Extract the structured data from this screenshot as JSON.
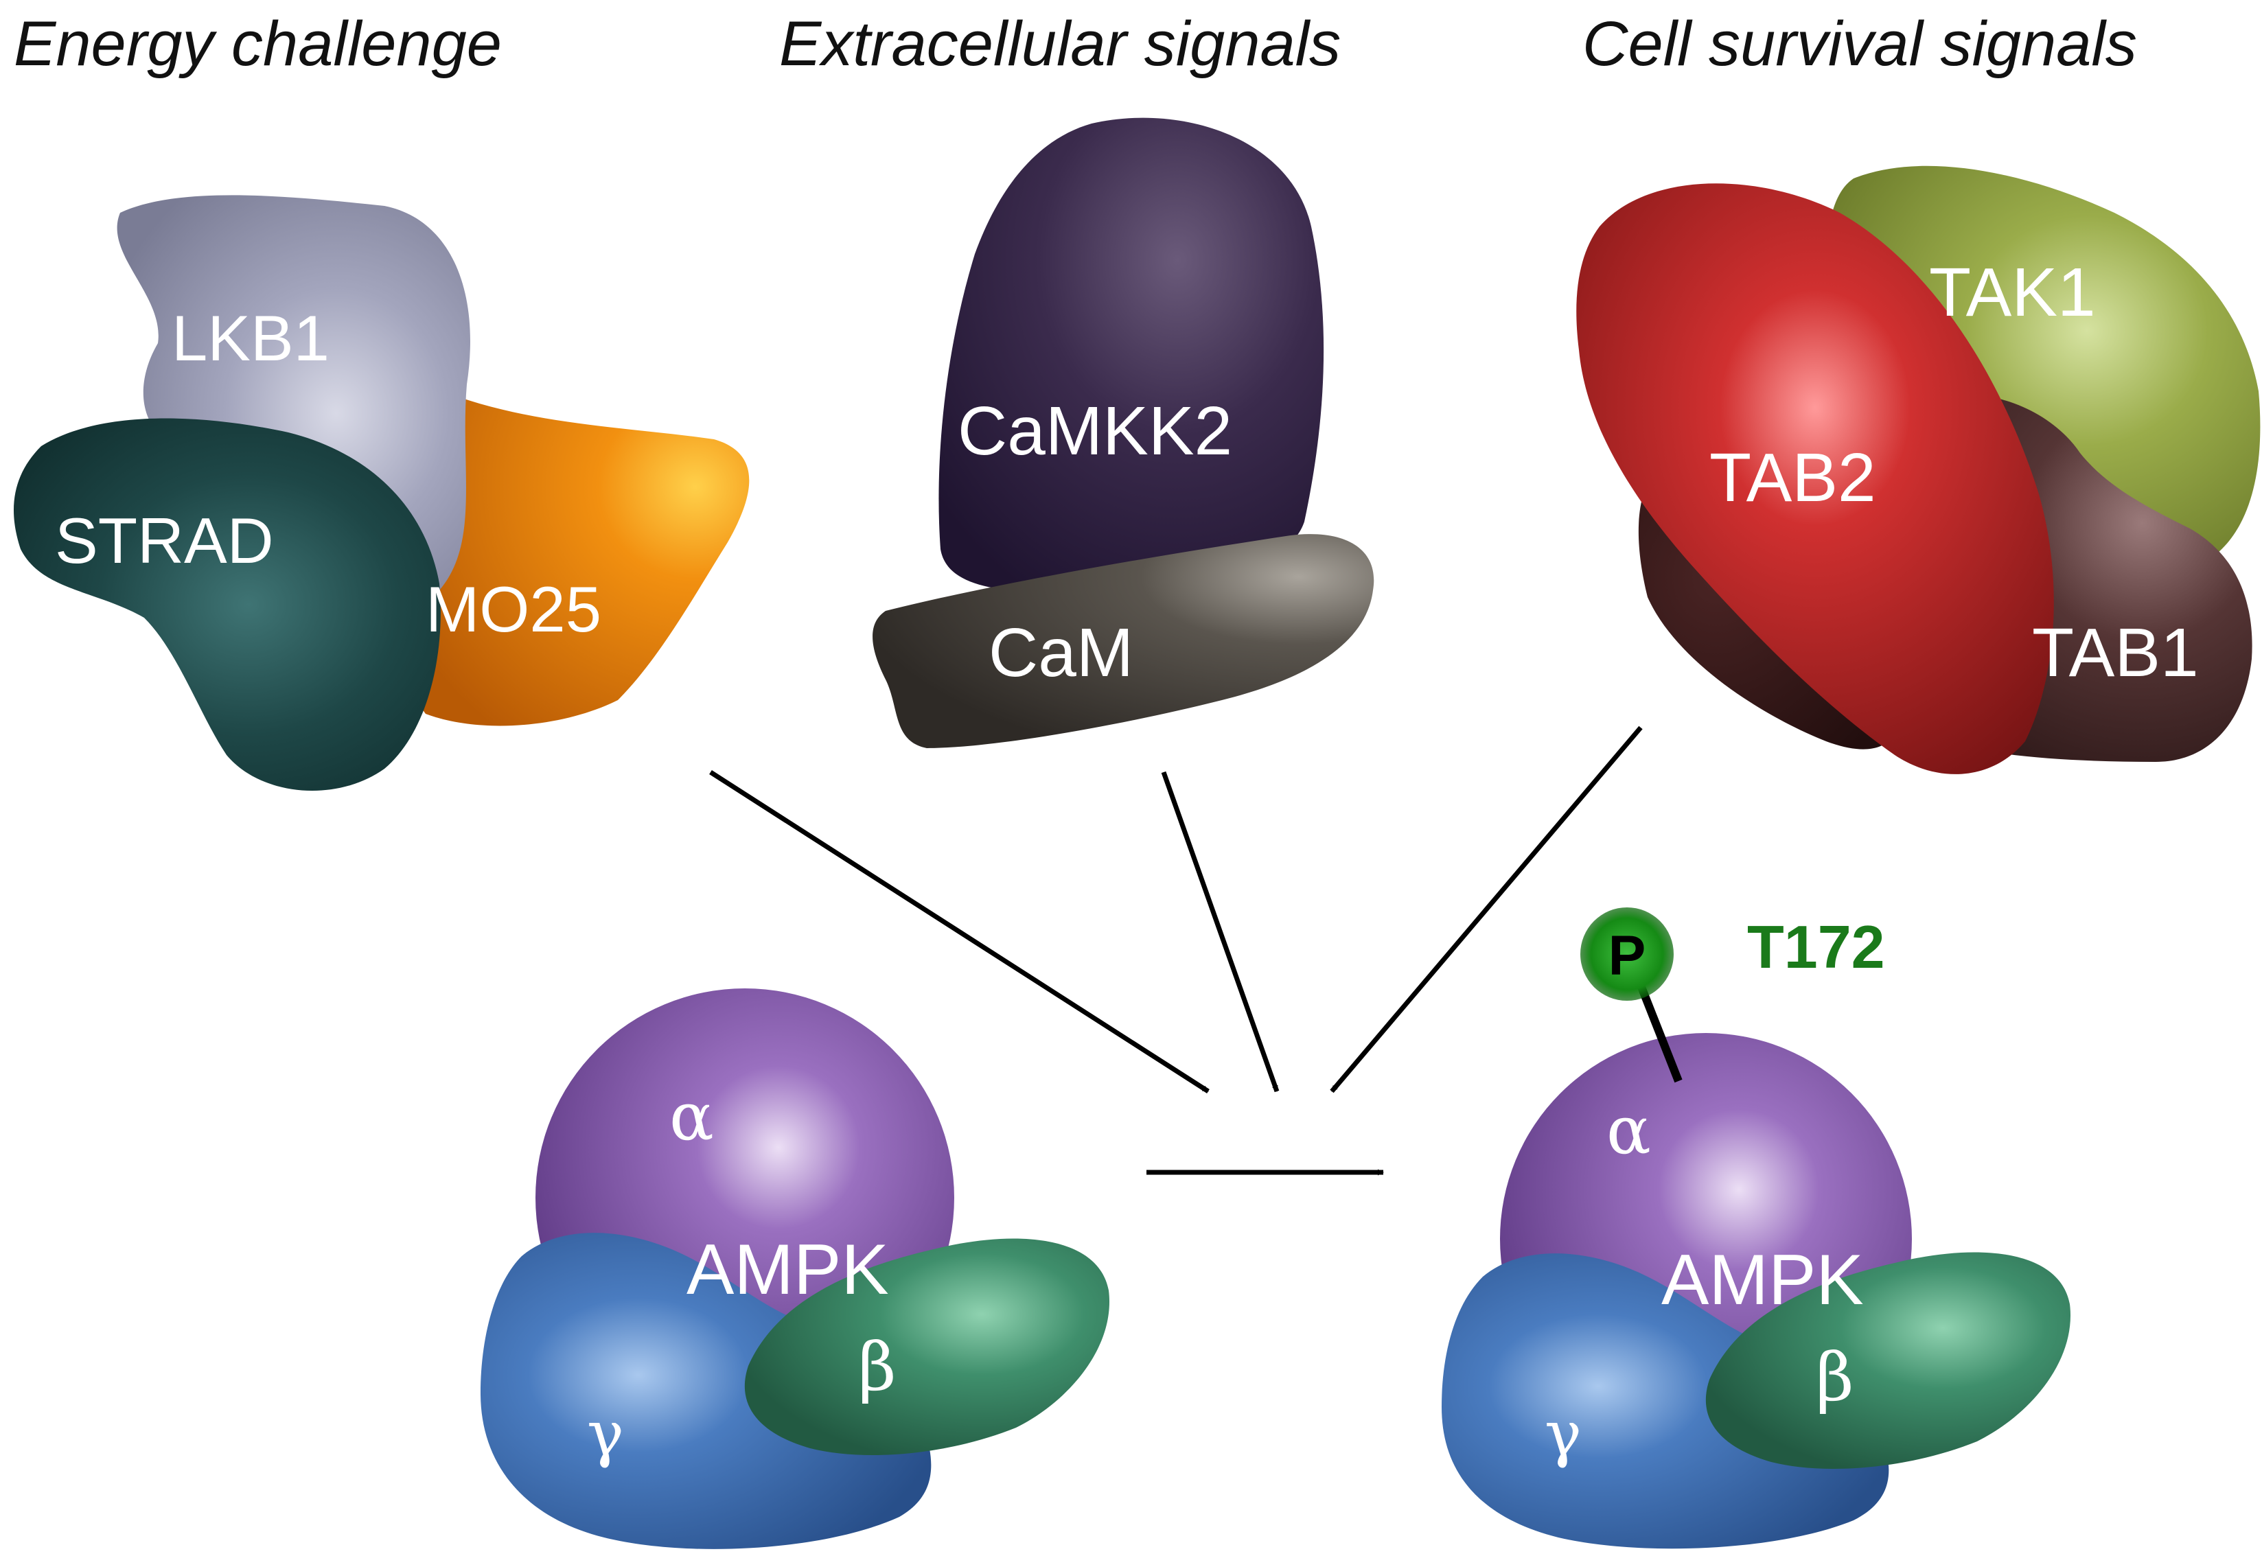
{
  "headings": {
    "energy": "Energy challenge",
    "extracellular": "Extracellular signals",
    "survival": "Cell survival signals"
  },
  "complexes": {
    "lkb1": {
      "lkb1": "LKB1",
      "strad": "STRAD",
      "mo25": "MO25"
    },
    "camkk2": {
      "camkk2": "CaMKK2",
      "cam": "CaM"
    },
    "tak1": {
      "tak1": "TAK1",
      "tab2": "TAB2",
      "tab1": "TAB1"
    }
  },
  "ampk_inactive": {
    "alpha": "α",
    "beta": "β",
    "gamma": "γ",
    "name": "AMPK"
  },
  "ampk_active": {
    "alpha": "α",
    "beta": "β",
    "gamma": "γ",
    "name": "AMPK",
    "phospho": "P",
    "site": "T172"
  },
  "colors": {
    "lkb1": "#9a9cb3",
    "strad": "#1f4a4a",
    "mo25": "#e07a10",
    "camkk2": "#3a2a4a",
    "cam": "#4e4a44",
    "tak1": "#8a9a3a",
    "tab2": "#b22a2a",
    "tab1": "#4a2e2e",
    "alpha": "#8a5bb0",
    "beta": "#3d8a6a",
    "gamma": "#3f6fb0",
    "phospho": "#1a8a1a",
    "site": "#1a7a1a"
  }
}
